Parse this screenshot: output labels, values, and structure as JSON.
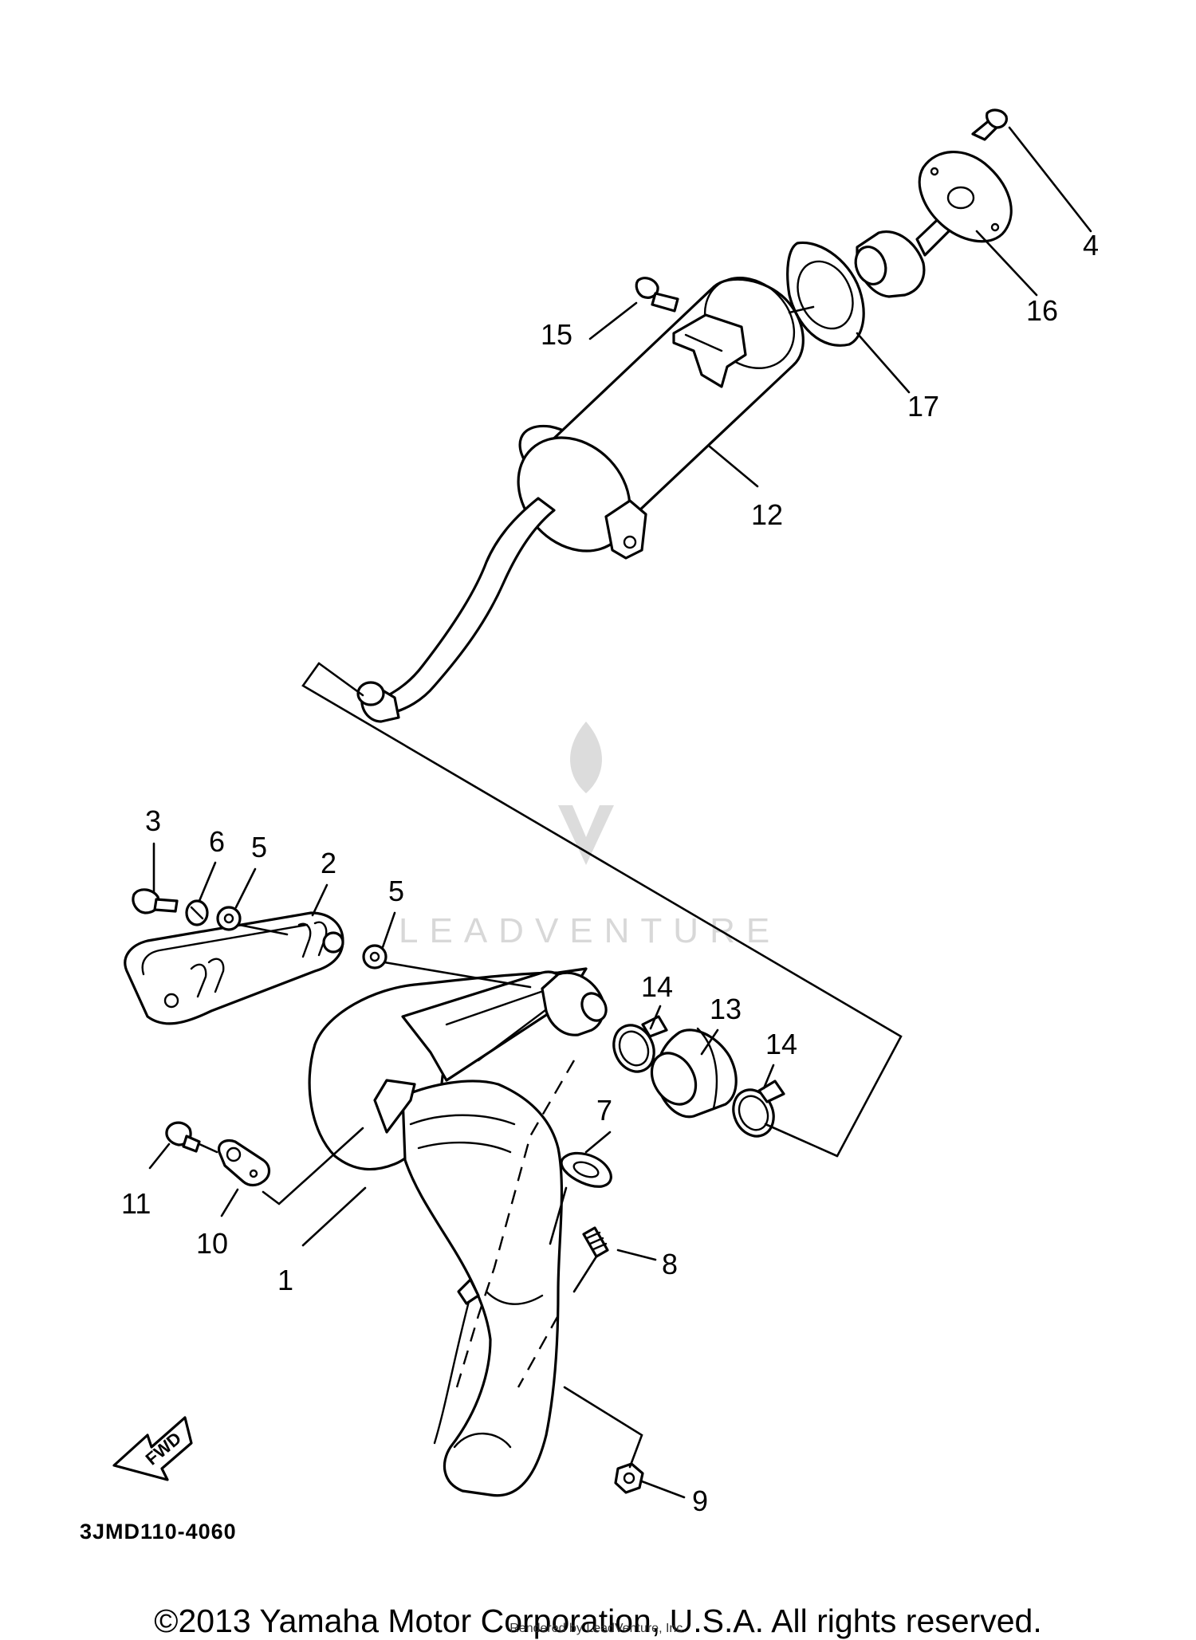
{
  "diagram": {
    "code": "3JMD110-4060",
    "forward_label": "FWD",
    "watermark": "LEADVENTURE",
    "callouts": {
      "c1": "1",
      "c2": "2",
      "c3": "3",
      "c4": "4",
      "c5a": "5",
      "c5b": "5",
      "c6": "6",
      "c7": "7",
      "c8": "8",
      "c9": "9",
      "c10": "10",
      "c11": "11",
      "c12": "12",
      "c13": "13",
      "c14a": "14",
      "c14b": "14",
      "c15": "15",
      "c16": "16",
      "c17": "17"
    }
  },
  "footer": {
    "copyright": "©2013 Yamaha Motor Corporation, U.S.A. All rights reserved.",
    "rendered_by": "Rendered by LeadVenture, Inc."
  }
}
